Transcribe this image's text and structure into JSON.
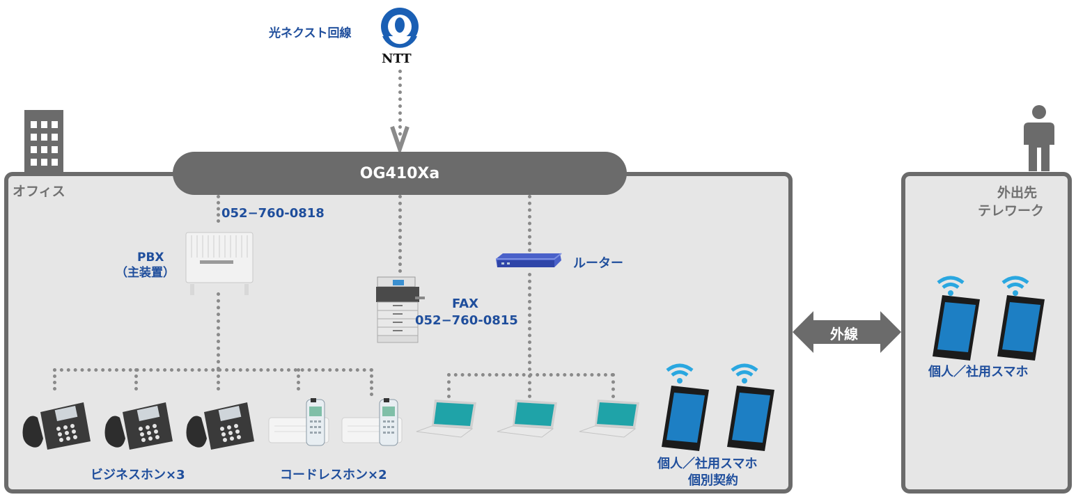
{
  "top": {
    "line_label": "光ネクスト回線",
    "ntt_label": "NTT"
  },
  "router_bar": {
    "label": "OG410Xa"
  },
  "office": {
    "label": "オフィス",
    "pbx_number": "052−760-0818",
    "pbx_label": "PBX",
    "pbx_sub": "（主装置）",
    "fax_label": "FAX",
    "fax_number": "052−760-0815",
    "router_label": "ルーター",
    "business_phones": "ビジネスホン×3",
    "cordless_phones": "コードレスホン×2",
    "smartphones_line1": "個人／社用スマホ",
    "smartphones_line2": "個別契約"
  },
  "link": {
    "label": "外線"
  },
  "remote": {
    "label_line1": "外出先",
    "label_line2": "テレワーク",
    "smartphones": "個人／社用スマホ"
  },
  "colors": {
    "panel_border": "#6b6b6b",
    "panel_fill": "#e6e6e6",
    "label_blue": "#1f4e9c",
    "wifi": "#2aa7e0"
  }
}
